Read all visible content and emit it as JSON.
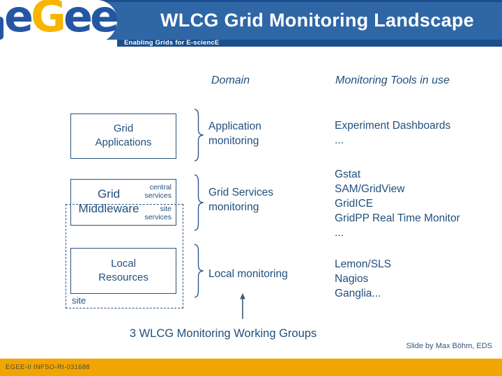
{
  "header": {
    "title": "WLCG Grid Monitoring Landscape",
    "subtitle": "Enabling Grids for E-sciencE",
    "logo_letters": [
      "e",
      "G",
      "e",
      "e"
    ]
  },
  "columns": {
    "domain": "Domain",
    "tools": "Monitoring Tools in use"
  },
  "rows": [
    {
      "box": {
        "line1": "Grid",
        "line2": "Applications"
      },
      "monitoring": "Application monitoring",
      "tools": [
        "Experiment Dashboards",
        "..."
      ]
    },
    {
      "box": {
        "line1": "Grid",
        "line2": "Middleware",
        "top_right": {
          "line1": "central",
          "line2": "services"
        },
        "bottom_right": {
          "line1": "site",
          "line2": "services"
        }
      },
      "monitoring": "Grid Services monitoring",
      "tools": [
        "Gstat",
        "SAM/GridView",
        "GridICE",
        "GridPP Real Time Monitor",
        "..."
      ]
    },
    {
      "box": {
        "line1": "Local",
        "line2": "Resources"
      },
      "monitoring": "Local monitoring",
      "tools": [
        "Lemon/SLS",
        "Nagios",
        "Ganglia..."
      ]
    }
  ],
  "site_area_label": "site",
  "bottom": {
    "caption": "3 WLCG Monitoring Working Groups",
    "credit": "Slide by Max Böhm, EDS"
  },
  "footer": {
    "project_id": "EGEE-II INFSO-RI-031688"
  },
  "colors": {
    "header_blue": "#2f67a6",
    "header_dark_blue": "#1a4e8c",
    "navy_text": "#20507e",
    "footer_orange": "#f0a502",
    "logo_blue": "#2456a4",
    "logo_yellow": "#f7b500"
  }
}
